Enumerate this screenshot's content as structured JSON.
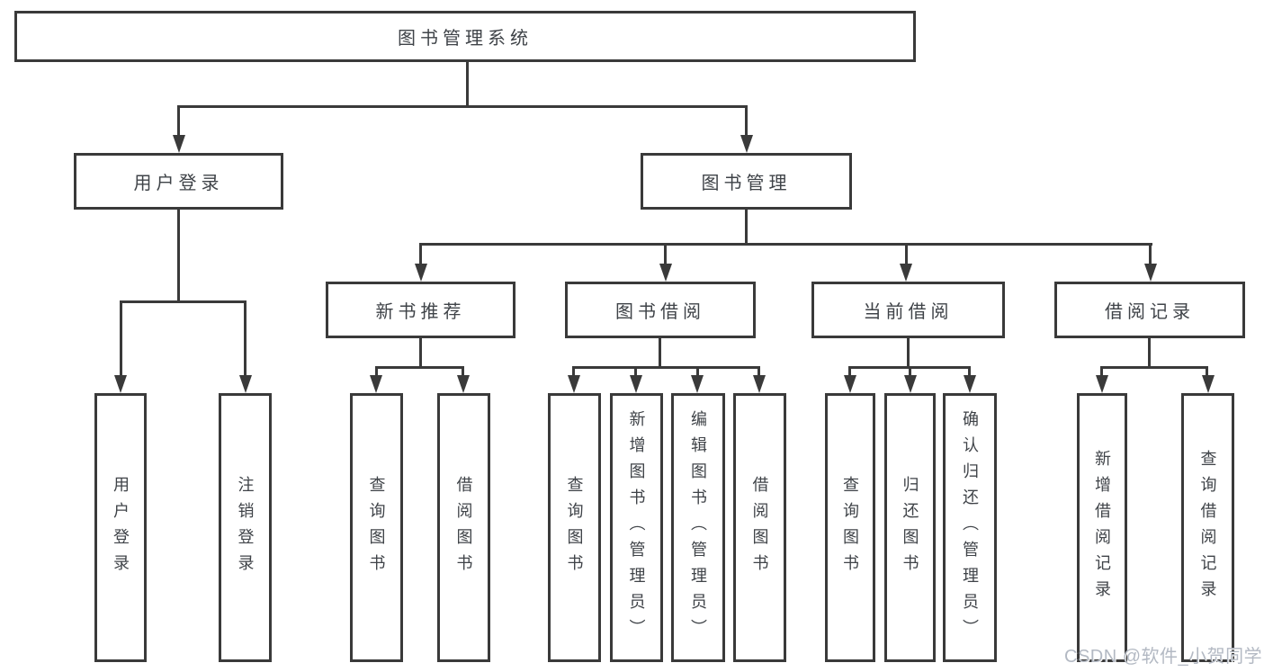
{
  "diagram": {
    "root": {
      "label": "图书管理系统"
    },
    "login_branch": {
      "label": "用户登录",
      "children": [
        {
          "label": "用户登录"
        },
        {
          "label": "注销登录"
        }
      ]
    },
    "mgmt_branch": {
      "label": "图书管理",
      "groups": [
        {
          "label": "新书推荐",
          "children": [
            {
              "label": "查询图书"
            },
            {
              "label": "借阅图书"
            }
          ]
        },
        {
          "label": "图书借阅",
          "children": [
            {
              "label": "查询图书"
            },
            {
              "label": "新增图书（管理员）"
            },
            {
              "label": "编辑图书（管理员）"
            },
            {
              "label": "借阅图书"
            }
          ]
        },
        {
          "label": "当前借阅",
          "children": [
            {
              "label": "查询图书"
            },
            {
              "label": "归还图书"
            },
            {
              "label": "确认归还（管理员）"
            }
          ]
        },
        {
          "label": "借阅记录",
          "children": [
            {
              "label": "新增借阅记录"
            },
            {
              "label": "查询借阅记录"
            }
          ]
        }
      ]
    }
  },
  "watermark": {
    "text": "CSDN @软件_小贺同学"
  },
  "colors": {
    "line": "#3a3a3a",
    "text": "#3f4348",
    "watermark": "#b3b9c3",
    "background": "#ffffff"
  }
}
